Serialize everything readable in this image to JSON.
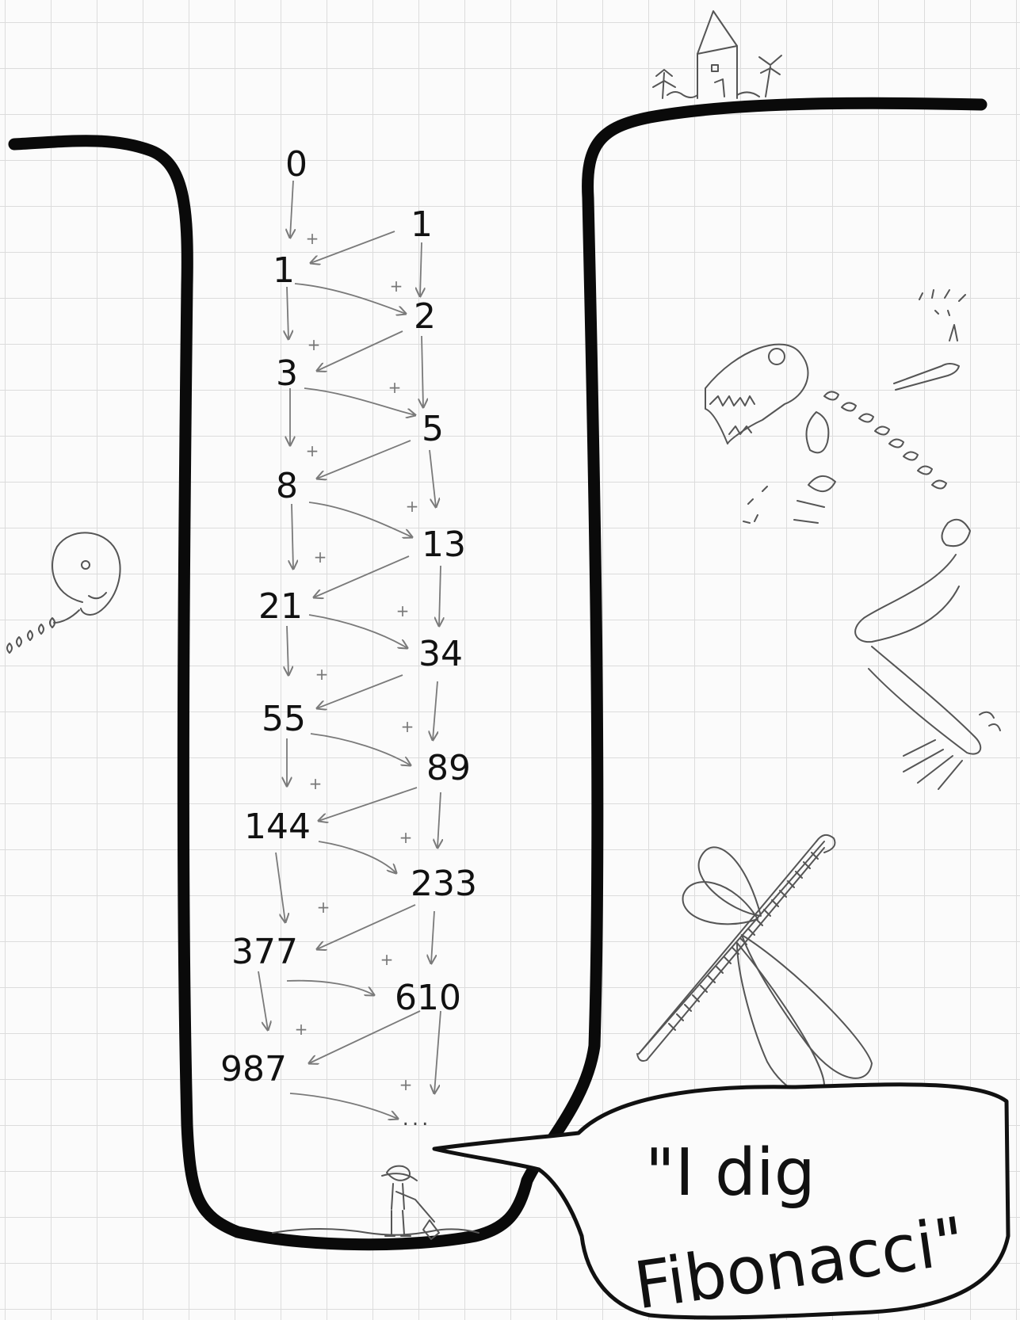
{
  "left_column": [
    "0",
    "1",
    "3",
    "8",
    "21",
    "55",
    "144",
    "377",
    "987"
  ],
  "right_column": [
    "1",
    "2",
    "5",
    "13",
    "34",
    "89",
    "233",
    "610"
  ],
  "plus_sign": "+",
  "continuation": "...",
  "speech_bubble": {
    "line1": "\"I dig",
    "line2": "Fibonacci\""
  }
}
